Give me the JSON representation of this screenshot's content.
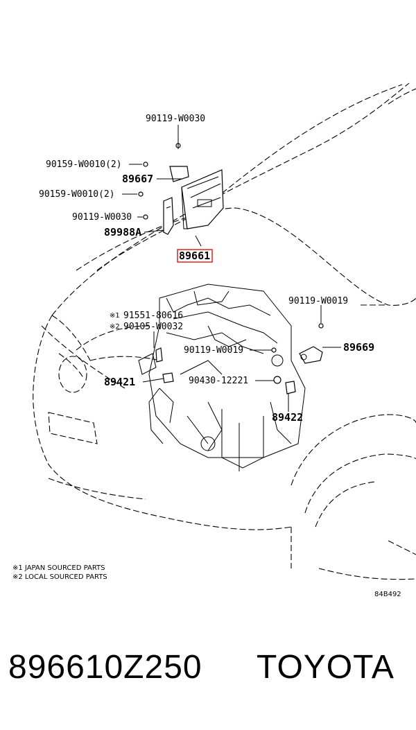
{
  "diagram": {
    "labels": {
      "bolt_top": "90119-W0030",
      "bolt_a": "90159-W0010(2)",
      "bracket": "89667",
      "bolt_b": "90159-W0010(2)",
      "bolt_c": "90119-W0030",
      "bracket_a": "89988A",
      "ecu": "89661",
      "bolt_right": "90119-W0019",
      "bracket_right": "89669",
      "note1_mark": "※1",
      "sensor_a": "91551-80616",
      "note2_mark": "※2",
      "sensor_b": "90105-W0032",
      "bolt_mid": "90119-W0019",
      "sensor_left": "89421",
      "gasket": "90430-12221",
      "sensor_right": "89422"
    },
    "notes": [
      "※1 JAPAN SOURCED PARTS",
      "※2 LOCAL SOURCED PARTS"
    ],
    "figure_code": "84B492"
  },
  "highlight_color": "#e03030",
  "footer": {
    "part_number": "896610Z250",
    "brand": "TOYOTA"
  }
}
